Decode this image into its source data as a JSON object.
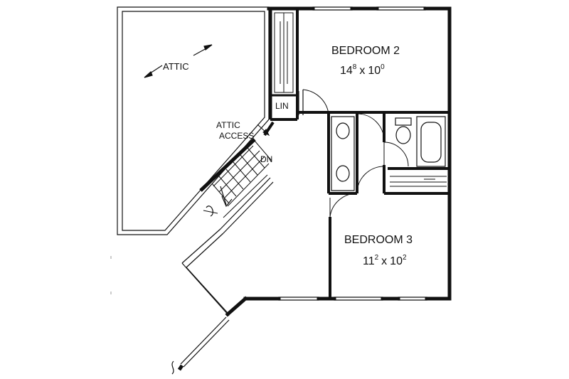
{
  "labels": {
    "attic": "ATTIC",
    "attic_access_line1": "ATTIC",
    "attic_access_line2": "ACCESS",
    "linen": "LIN",
    "down": "DN"
  },
  "rooms": {
    "bedroom2": {
      "name": "BEDROOM 2",
      "w_ft": "14",
      "w_in": "8",
      "sep": "x",
      "d_ft": "10",
      "d_in": "0"
    },
    "bedroom3": {
      "name": "BEDROOM 3",
      "w_ft": "11",
      "w_in": "2",
      "sep": "x",
      "d_ft": "10",
      "d_in": "2"
    }
  },
  "colors": {
    "ink": "#111111",
    "background": "#ffffff"
  }
}
